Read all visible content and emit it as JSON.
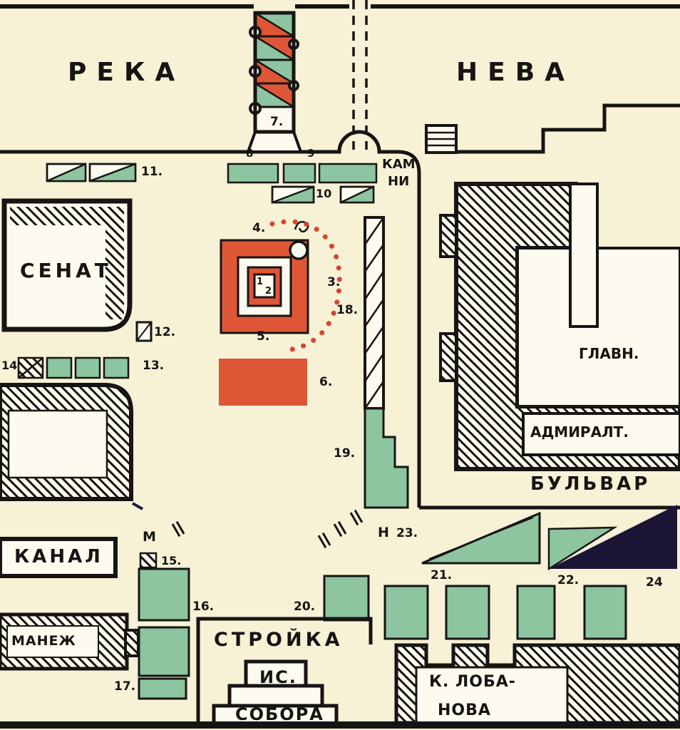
{
  "map": {
    "colors": {
      "bg": "#f7f1d6",
      "paper": "#fdfaef",
      "green": "#8cc5a0",
      "red": "#df5636",
      "ink": "#171513",
      "dark": "#1c1434",
      "dot_red": "#d8452d"
    },
    "labels": {
      "reka": "РЕКА",
      "neva": "НЕВА",
      "senat": "СЕНАТ",
      "kam": "КАМ",
      "ni": "НИ",
      "glavn": "ГЛАВН.",
      "admiralt": "АДМИРАЛТ.",
      "bulvar": "БУЛЬВАР",
      "kanal": "КАНАЛ",
      "manezh": "МАНЕЖ",
      "stroyka": "СТРОЙКА",
      "is": "ИС.",
      "sobora": "СОБОРА",
      "lobanova1": "К. ЛОБА-",
      "lobanova2": "НОВА",
      "m": "М",
      "n": "Н"
    },
    "numbers": {
      "n1": "1",
      "n2": "2",
      "n3": "3.",
      "n4": "4.",
      "n5": "5.",
      "n6": "6.",
      "n7": "7.",
      "n8": "8",
      "n9": "9",
      "n10": "10",
      "n11": "11.",
      "n12": "12.",
      "n13": "13.",
      "n14": "14",
      "n15": "15.",
      "n16": "16.",
      "n17": "17.",
      "n18": "18.",
      "n19": "19.",
      "n20": "20.",
      "n21": "21.",
      "n22": "22.",
      "n23": "23.",
      "n24": "24"
    }
  }
}
